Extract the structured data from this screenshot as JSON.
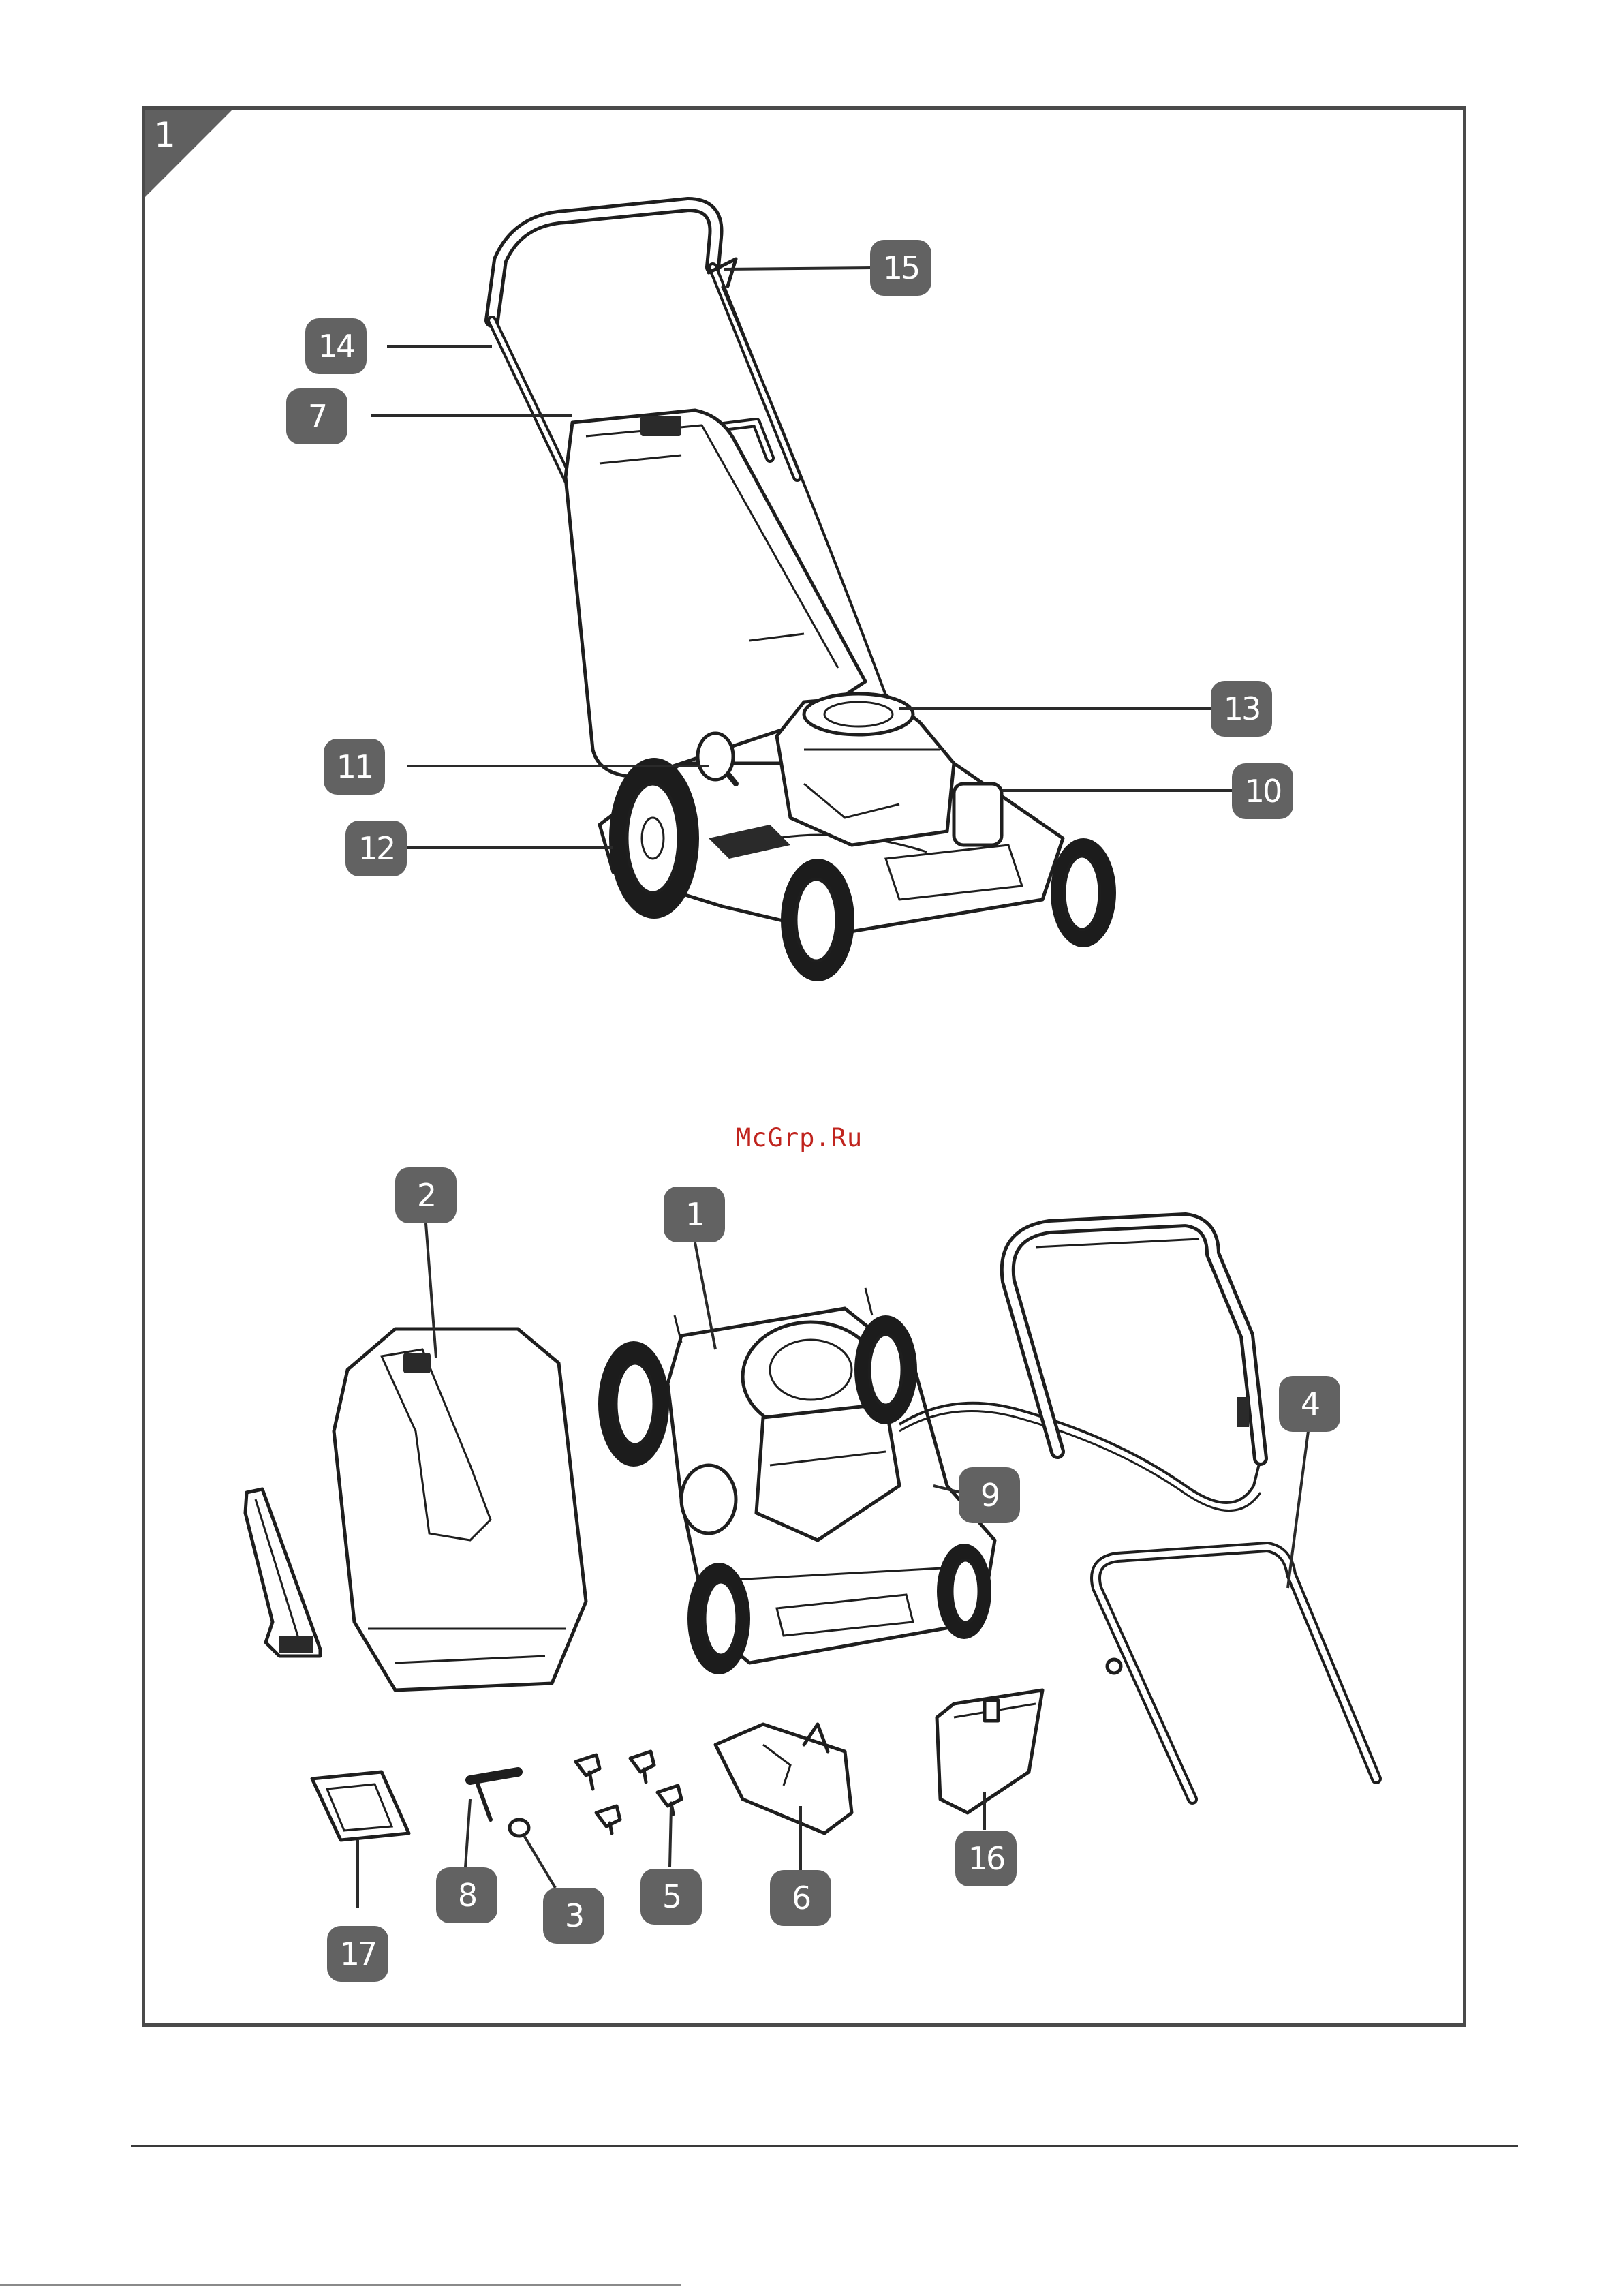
{
  "figure": {
    "number": "1",
    "watermark": "McGrp.Ru"
  },
  "callouts": [
    {
      "id": "15",
      "label": "15"
    },
    {
      "id": "14",
      "label": "14"
    },
    {
      "id": "7",
      "label": "7"
    },
    {
      "id": "13",
      "label": "13"
    },
    {
      "id": "11",
      "label": "11"
    },
    {
      "id": "10",
      "label": "10"
    },
    {
      "id": "12",
      "label": "12"
    },
    {
      "id": "2",
      "label": "2"
    },
    {
      "id": "1",
      "label": "1"
    },
    {
      "id": "4",
      "label": "4"
    },
    {
      "id": "9",
      "label": "9"
    },
    {
      "id": "8",
      "label": "8"
    },
    {
      "id": "3",
      "label": "3"
    },
    {
      "id": "5",
      "label": "5"
    },
    {
      "id": "6",
      "label": "6"
    },
    {
      "id": "16",
      "label": "16"
    },
    {
      "id": "17",
      "label": "17"
    }
  ],
  "icons": {
    "assembled": "lawn-mower-assembled",
    "parts": "lawn-mower-parts-exploded"
  }
}
